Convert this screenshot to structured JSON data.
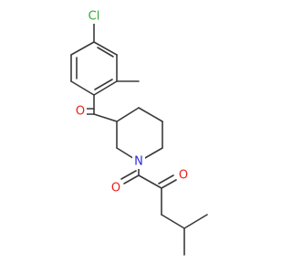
{
  "molecule": {
    "atoms": {
      "cl": {
        "symbol": "Cl",
        "color": "#33aa33"
      },
      "o_ketone": {
        "symbol": "O",
        "color": "#e8201a"
      },
      "n_ring": {
        "symbol": "N",
        "color": "#2b2bd8"
      },
      "o_amide": {
        "symbol": "O",
        "color": "#e8201a"
      },
      "o_alpha": {
        "symbol": "O",
        "color": "#e8201a"
      }
    },
    "bond_color": "#3a3a3a"
  }
}
